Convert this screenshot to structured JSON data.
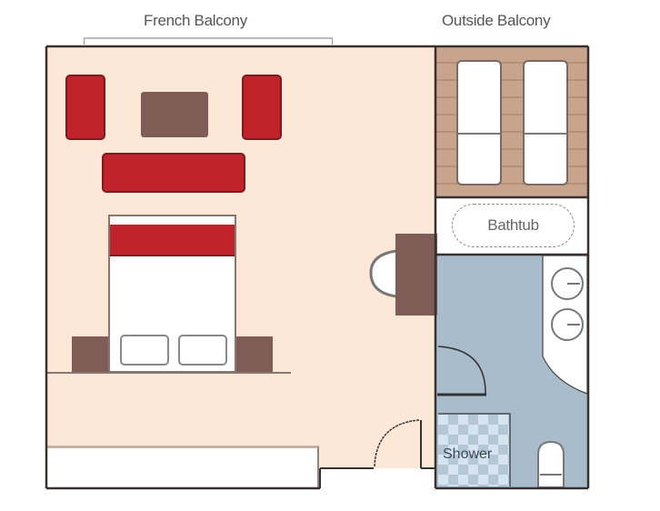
{
  "floorplan": {
    "labels": {
      "french_balcony": "French Balcony",
      "outside_balcony": "Outside Balcony",
      "bathtub": "Bathtub",
      "shower": "Shower"
    },
    "colors": {
      "room_floor": "#fde7d7",
      "bathroom_floor": "#a9bccc",
      "balcony_deck": "#c9a48c",
      "upholstery": "#c1232c",
      "wood_furniture": "#7f5c55",
      "wall": "#3a3030",
      "label_text": "#555555"
    },
    "rooms": [
      "Stateroom",
      "Outside Balcony",
      "Bathroom"
    ],
    "furniture": [
      "armchair-left",
      "coffee-table",
      "armchair-right",
      "sofa",
      "bed",
      "nightstand-left",
      "nightstand-right",
      "desk",
      "desk-chair",
      "closet",
      "balcony-lounger-left",
      "balcony-lounger-right",
      "bathtub",
      "double-sink",
      "shower",
      "toilet"
    ]
  }
}
